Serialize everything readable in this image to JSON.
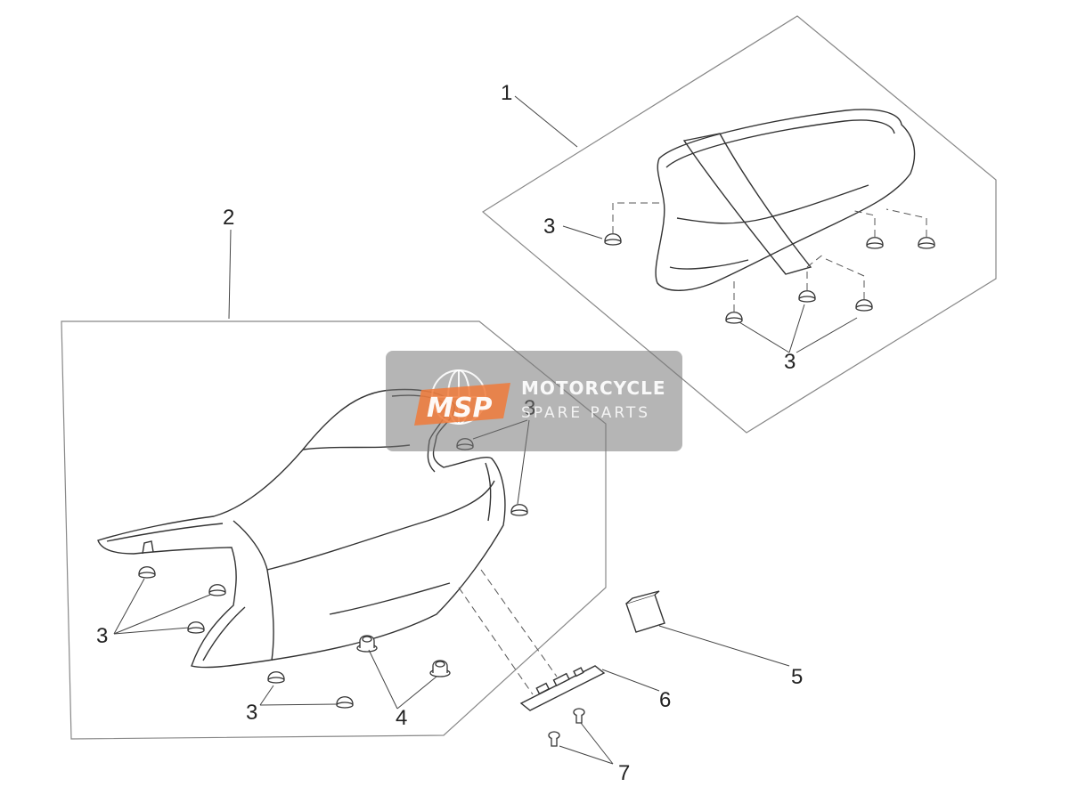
{
  "callouts": {
    "c1": "1",
    "c2": "2",
    "c3_rear_left": "3",
    "c3_rear_bottom": "3",
    "c3_front_top": "3",
    "c3_front_left": "3",
    "c3_front_bottom": "3",
    "c4": "4",
    "c5": "5",
    "c6": "6",
    "c7": "7"
  },
  "watermark": {
    "logo_text": "MSP",
    "line1": "MOTORCYCLE",
    "line2": "SPARE PARTS"
  },
  "colors": {
    "line": "#333333",
    "frame": "#777777",
    "watermark_bg": "#787878",
    "logo_orange": "#f07a3a"
  }
}
